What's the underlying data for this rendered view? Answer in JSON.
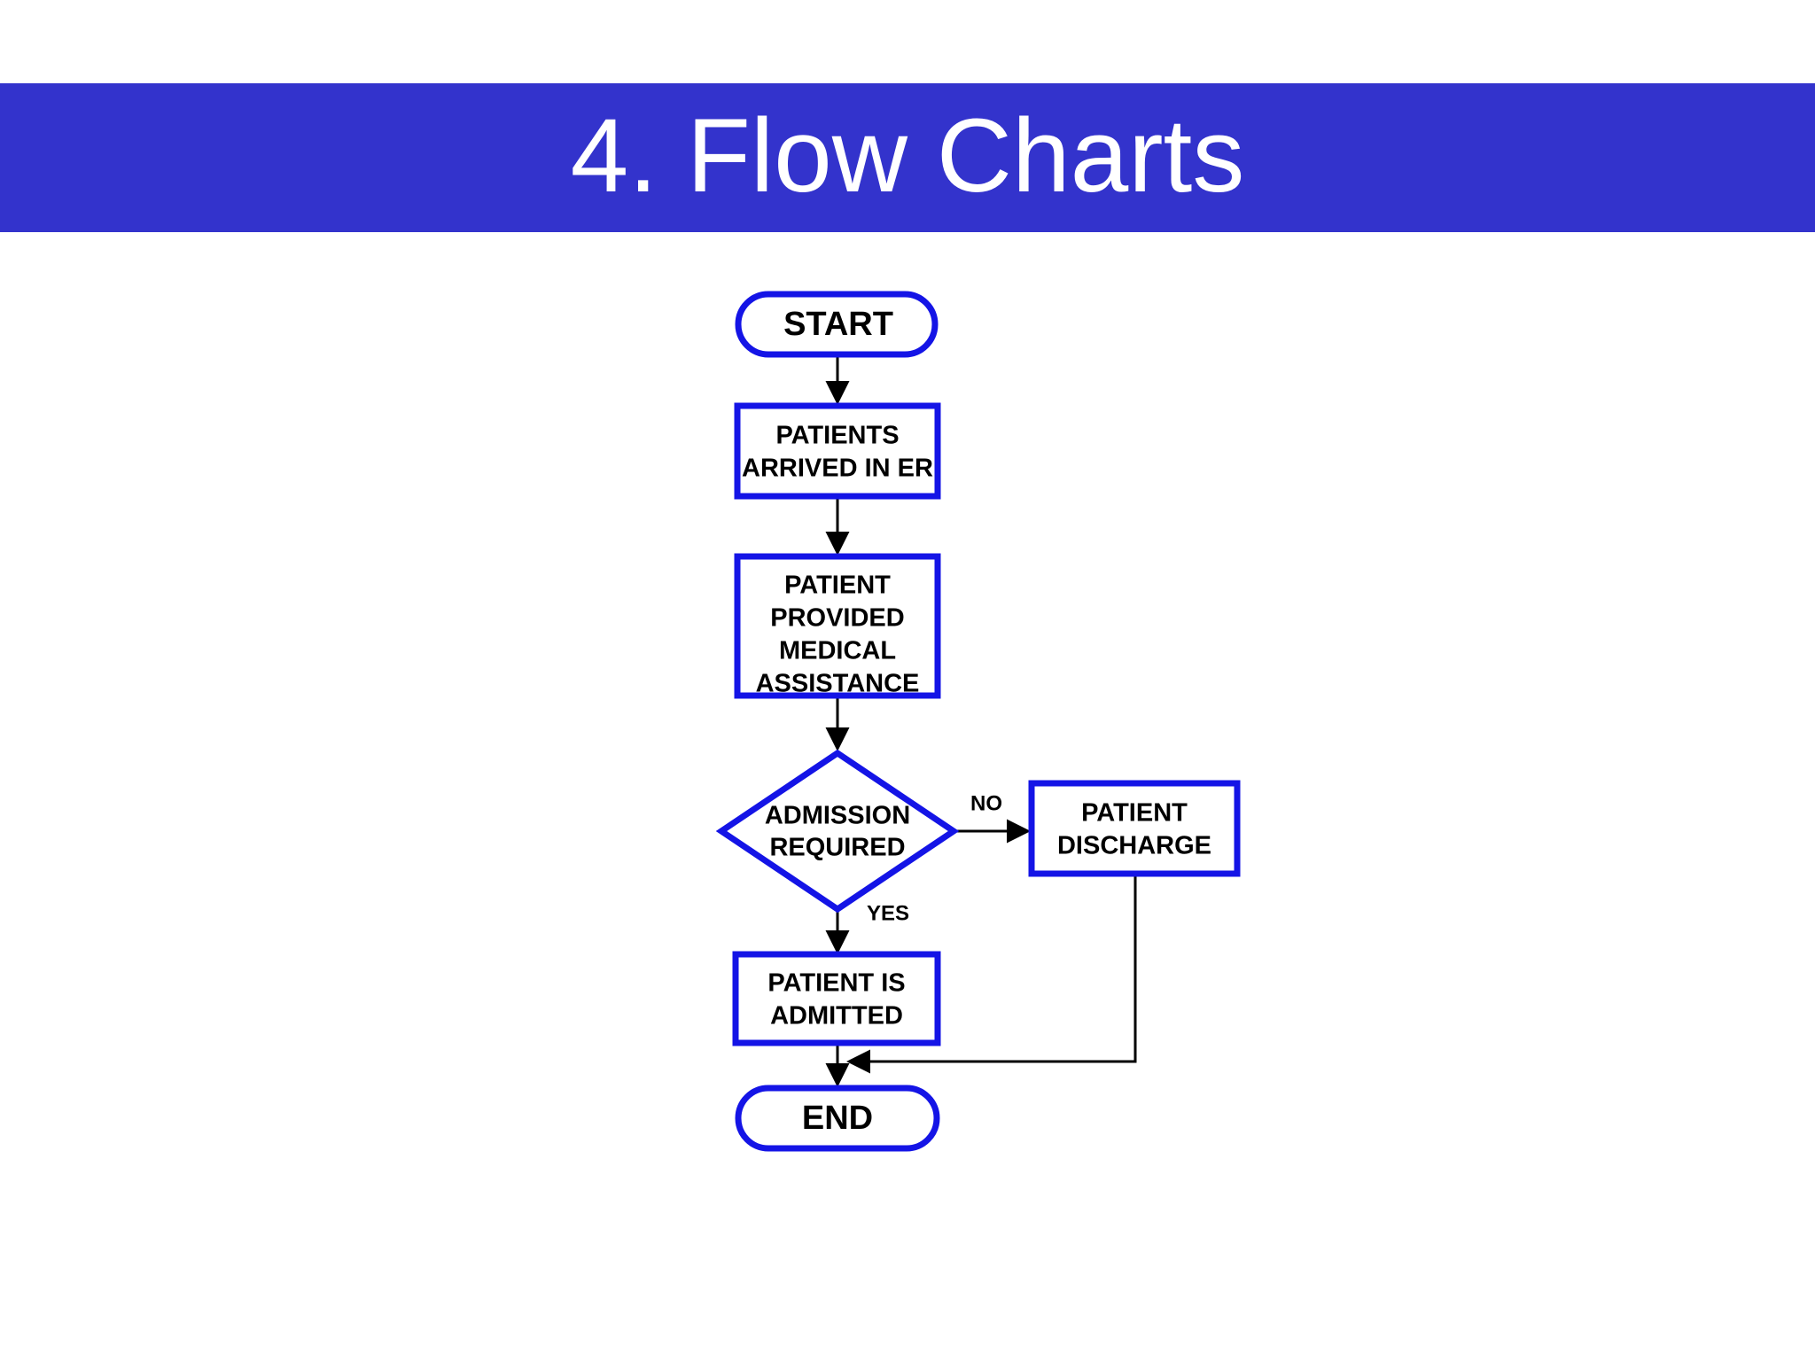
{
  "slide": {
    "background_color": "#ffffff",
    "banner_color": "#3333cc",
    "title": "4. Flow Charts",
    "title_color": "#ffffff"
  },
  "chart_data": {
    "type": "diagram",
    "diagram_kind": "flowchart",
    "title": "4. Flow Charts",
    "shape_border_color": "#1414e6",
    "shape_fill_color": "#ffffff",
    "connector_color": "#000000",
    "nodes": [
      {
        "id": "start",
        "shape": "terminal",
        "label": "START",
        "lines": [
          "START"
        ]
      },
      {
        "id": "arrived",
        "shape": "process",
        "label": "PATIENTS ARRIVED IN ER",
        "lines": [
          "PATIENTS",
          "ARRIVED IN ER"
        ]
      },
      {
        "id": "assist",
        "shape": "process",
        "label": "PATIENT PROVIDED MEDICAL ASSISTANCE",
        "lines": [
          "PATIENT",
          "PROVIDED",
          "MEDICAL",
          "ASSISTANCE"
        ]
      },
      {
        "id": "decision",
        "shape": "decision",
        "label": "ADMISSION REQUIRED",
        "lines": [
          "ADMISSION",
          "REQUIRED"
        ]
      },
      {
        "id": "discharge",
        "shape": "process",
        "label": "PATIENT DISCHARGE",
        "lines": [
          "PATIENT",
          "DISCHARGE"
        ]
      },
      {
        "id": "admitted",
        "shape": "process",
        "label": "PATIENT IS ADMITTED",
        "lines": [
          "PATIENT IS",
          "ADMITTED"
        ]
      },
      {
        "id": "end",
        "shape": "terminal",
        "label": "END",
        "lines": [
          "END"
        ]
      }
    ],
    "edges": [
      {
        "from": "start",
        "to": "arrived",
        "label": ""
      },
      {
        "from": "arrived",
        "to": "assist",
        "label": ""
      },
      {
        "from": "assist",
        "to": "decision",
        "label": ""
      },
      {
        "from": "decision",
        "to": "discharge",
        "label": "NO"
      },
      {
        "from": "decision",
        "to": "admitted",
        "label": "YES"
      },
      {
        "from": "admitted",
        "to": "end",
        "label": ""
      },
      {
        "from": "discharge",
        "to": "end",
        "label": ""
      }
    ],
    "edge_labels": {
      "no": "NO",
      "yes": "YES"
    }
  }
}
